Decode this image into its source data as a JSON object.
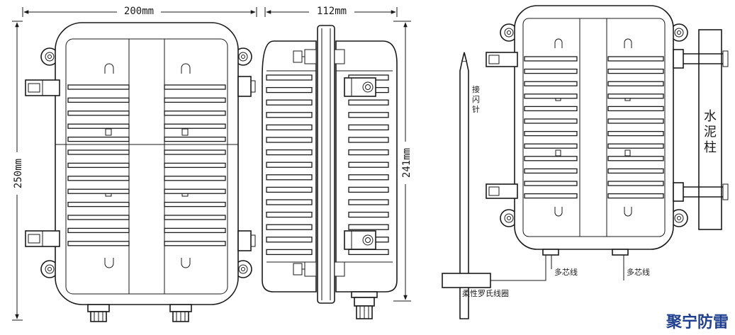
{
  "dimensions": {
    "width": "200mm",
    "height": "250mm",
    "depth": "112mm",
    "side_height": "241mm"
  },
  "labels": {
    "lightning_rod": "接闪针",
    "concrete_pole": "水泥柱",
    "multicore_cable_1": "多芯线",
    "multicore_cable_2": "多芯线",
    "rogowski_coil": "柔性罗氏线圈"
  },
  "brand": {
    "name": "聚宁防雷",
    "color": "#1f3f8f"
  }
}
